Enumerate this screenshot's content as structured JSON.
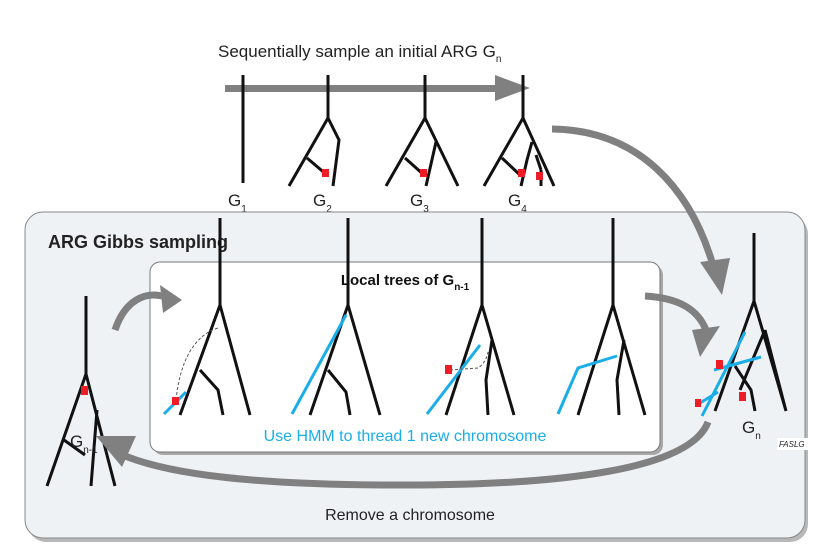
{
  "top_label": "Sequentially sample an initial ARG G",
  "top_label_sub": "n",
  "initial_trees": [
    {
      "label": "G",
      "sub": "1"
    },
    {
      "label": "G",
      "sub": "2"
    },
    {
      "label": "G",
      "sub": "3"
    },
    {
      "label": "G",
      "sub": "4"
    }
  ],
  "gibbs_title": "ARG Gibbs sampling",
  "local_trees_title": "Local trees of G",
  "local_trees_title_sub": "n-1",
  "thread_label": "Use HMM to thread 1 new chromosome",
  "left_tree": {
    "label": "G",
    "sub": "n-1"
  },
  "right_tree": {
    "label": "G",
    "sub": "n"
  },
  "remove_label": "Remove a chromosome",
  "corner_tag": "FASLG",
  "colors": {
    "thread": "#1aaee8",
    "recombination": "#ee1c25",
    "arrow": "#808080",
    "panel": "#eef2f5"
  }
}
